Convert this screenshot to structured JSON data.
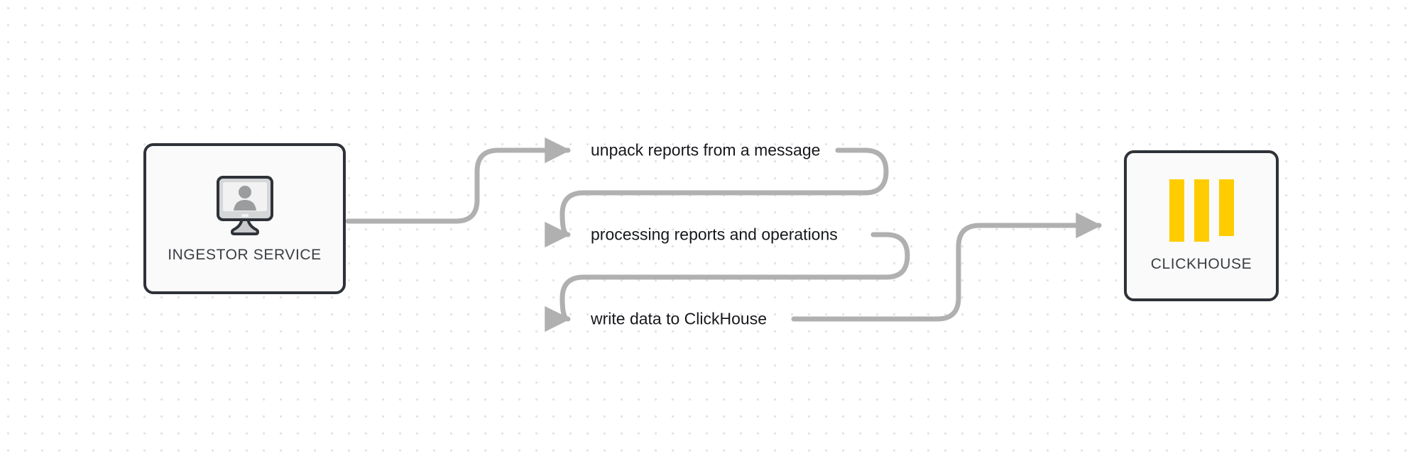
{
  "canvas": {
    "background_color": "#ffffff",
    "grid_dot_color": "#e3e3e6"
  },
  "nodes": [
    {
      "id": "ingestor",
      "label": "INGESTOR SERVICE",
      "icon": "monitor-user-icon",
      "border_color": "#2e3238",
      "fill_color": "#f9faf9"
    },
    {
      "id": "clickhouse",
      "label": "CLICKHOUSE",
      "icon": "clickhouse-logo-icon",
      "border_color": "#2e3238",
      "fill_color": "#f9faf9",
      "accent_color": "#ffcc00"
    }
  ],
  "edges": {
    "color": "#b0b0b0",
    "steps": [
      {
        "index": 1,
        "label": "unpack reports from a message"
      },
      {
        "index": 2,
        "label": "processing reports and operations"
      },
      {
        "index": 3,
        "label": "write data to ClickHouse"
      }
    ]
  }
}
